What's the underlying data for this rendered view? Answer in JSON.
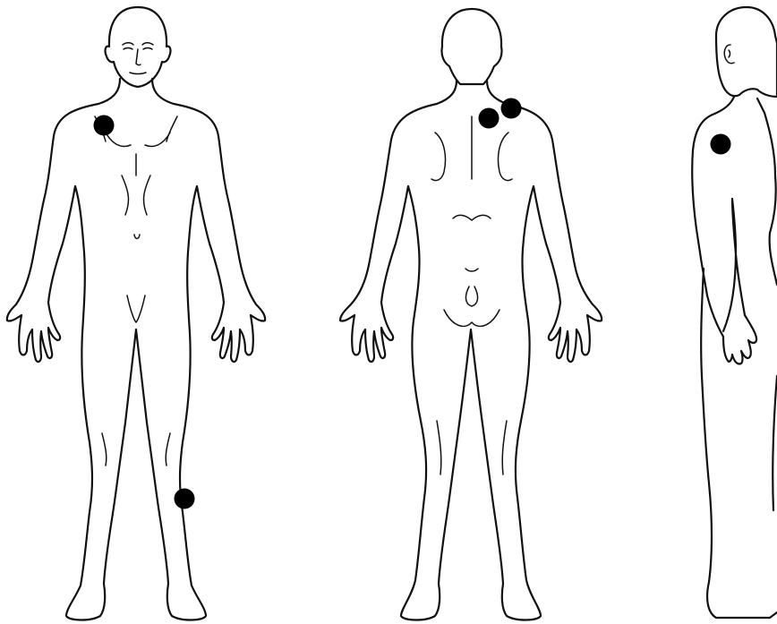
{
  "diagram": {
    "views": [
      {
        "id": "front",
        "name": "front-view",
        "markers": 2
      },
      {
        "id": "back",
        "name": "back-view",
        "markers": 2
      },
      {
        "id": "side",
        "name": "side-view",
        "markers": 1
      }
    ],
    "colors": {
      "outline": "#111111",
      "background": "#ffffff",
      "marker": "#000000"
    },
    "icons": {
      "marker": "filled-circle-dot"
    }
  }
}
